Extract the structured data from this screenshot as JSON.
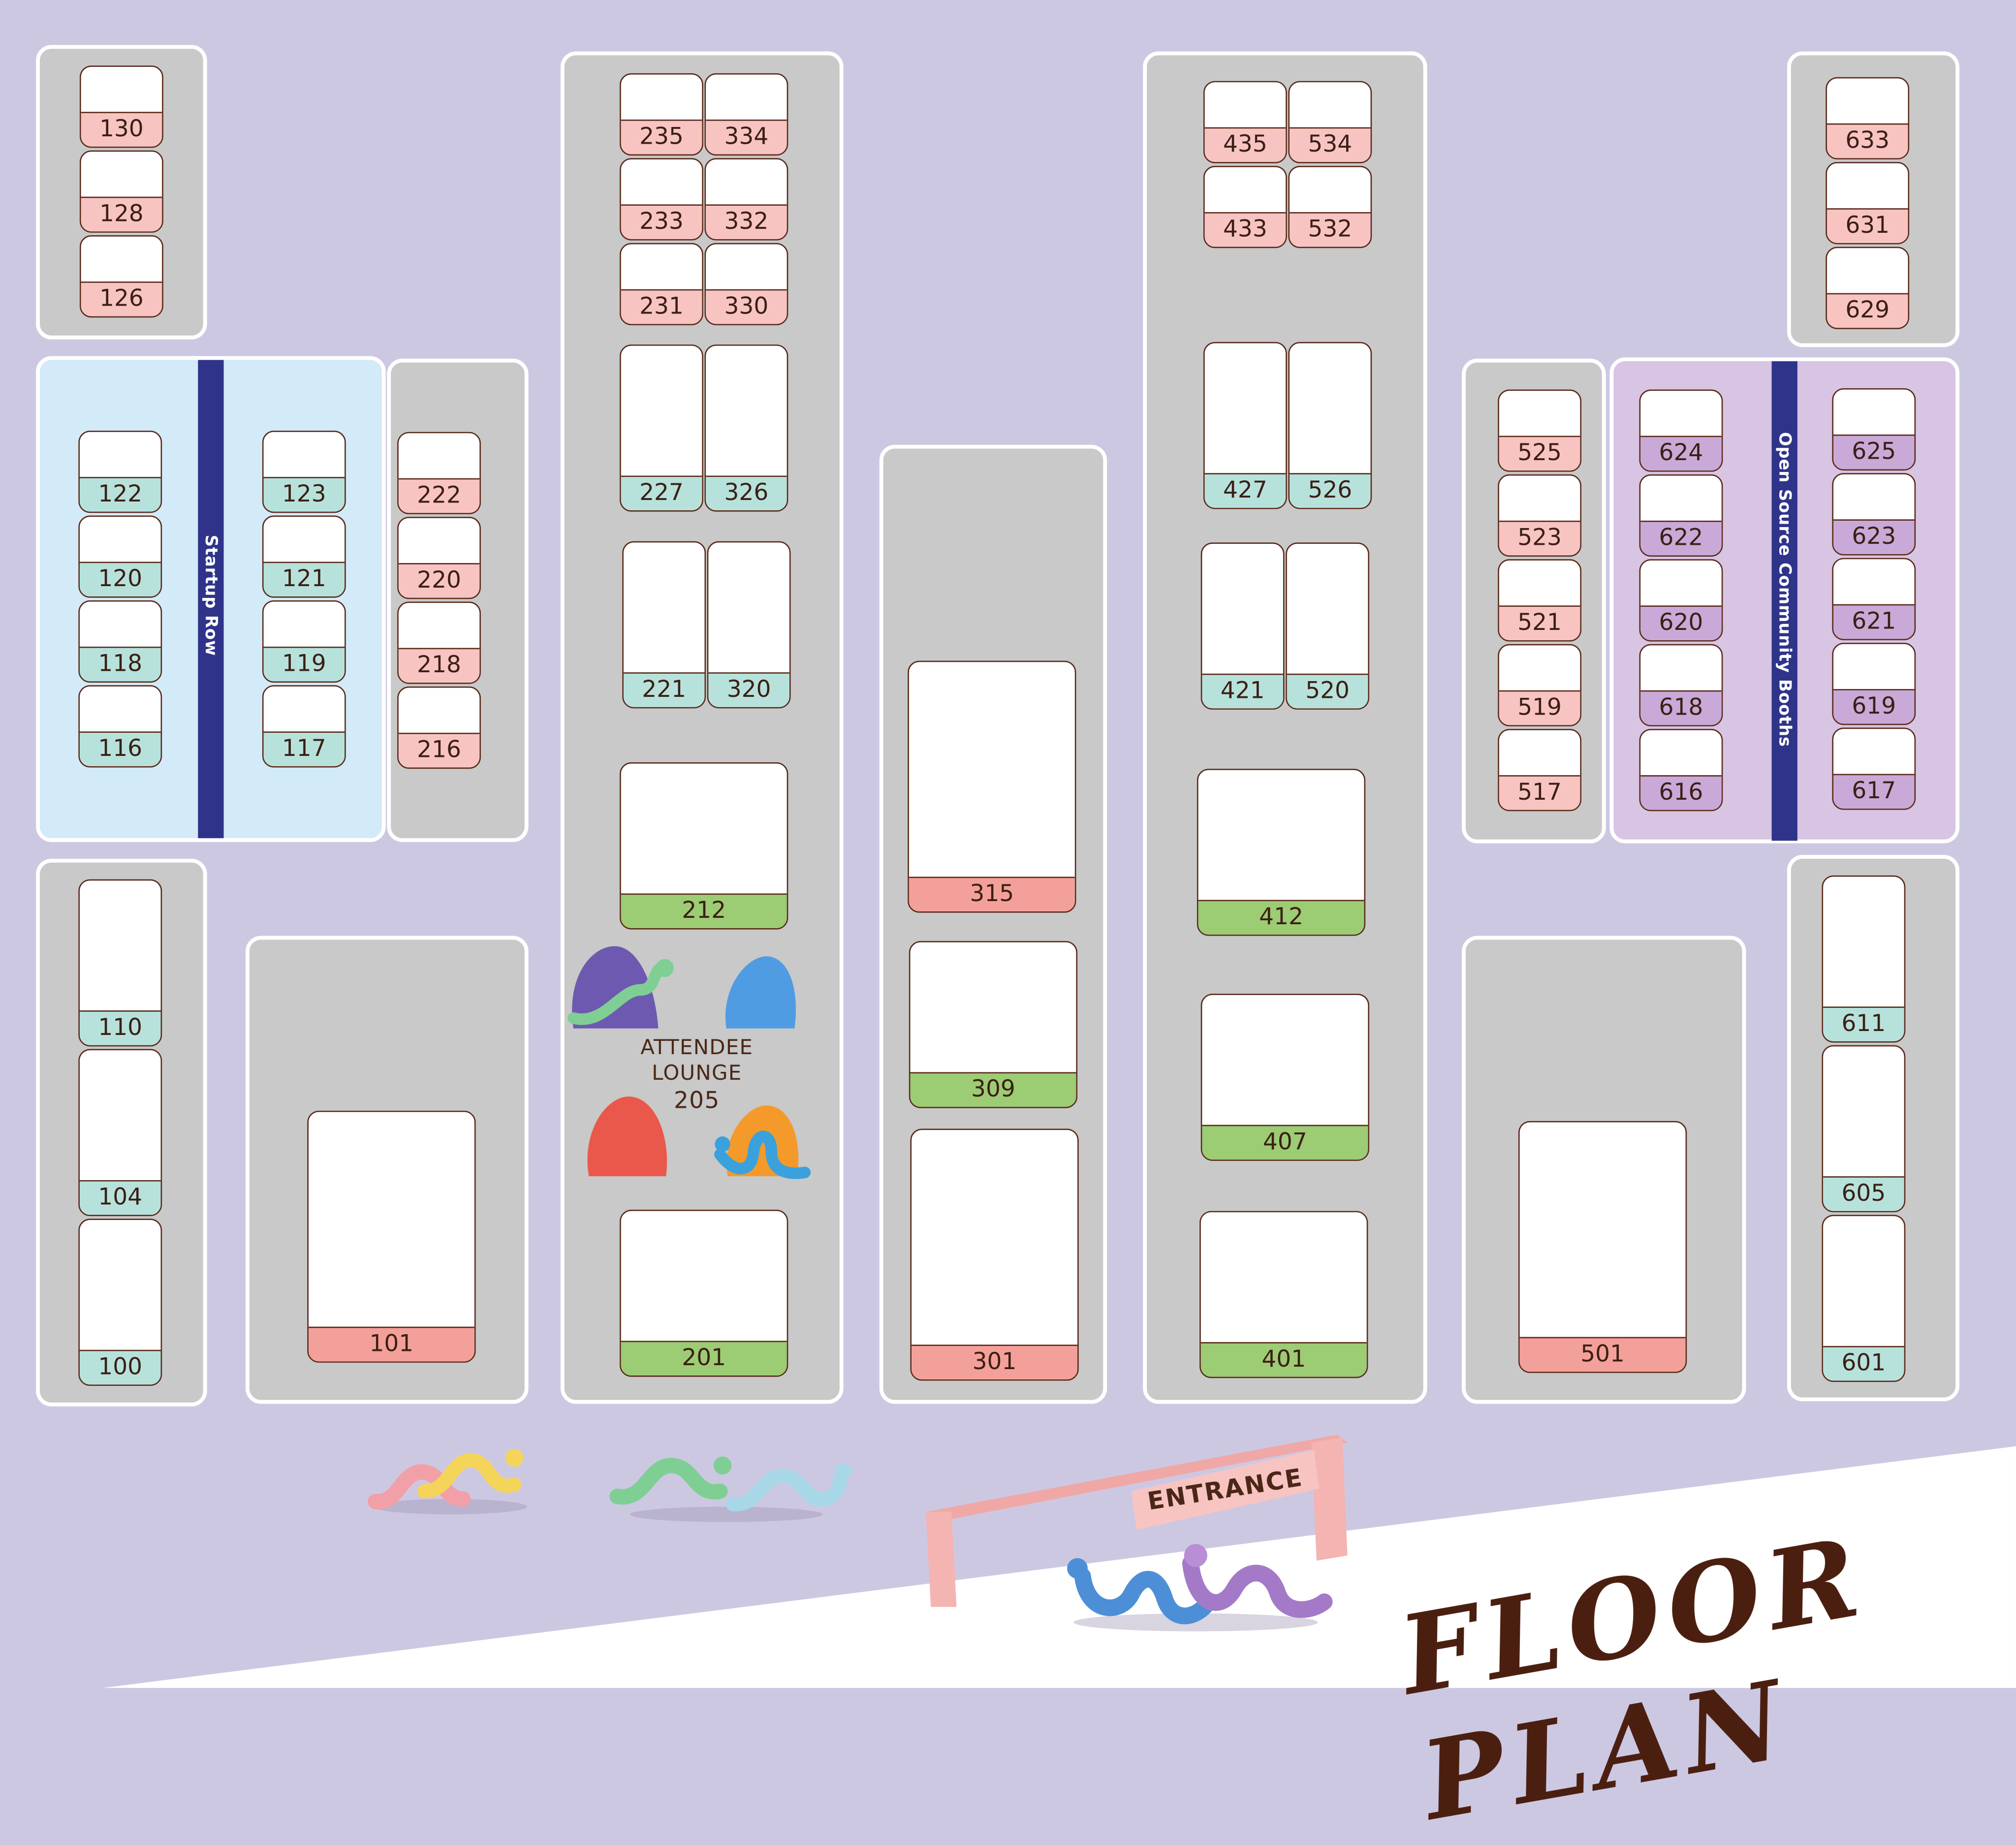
{
  "map_title": "FLOOR PLAN",
  "entrance_label": "ENTRANCE",
  "startup_row_label": "Startup Row",
  "open_source_label": "Open Source Community Booths",
  "lounge": {
    "line1": "ATTENDEE",
    "line2": "LOUNGE",
    "number": "205"
  },
  "booths": [
    "130",
    "128",
    "126",
    "122",
    "120",
    "118",
    "116",
    "123",
    "121",
    "119",
    "117",
    "222",
    "220",
    "218",
    "216",
    "110",
    "104",
    "100",
    "101",
    "235",
    "334",
    "233",
    "332",
    "231",
    "330",
    "227",
    "326",
    "221",
    "320",
    "212",
    "201",
    "315",
    "309",
    "301",
    "435",
    "534",
    "433",
    "532",
    "427",
    "526",
    "421",
    "520",
    "412",
    "407",
    "401",
    "525",
    "523",
    "521",
    "519",
    "517",
    "501",
    "624",
    "622",
    "620",
    "618",
    "616",
    "625",
    "623",
    "621",
    "619",
    "617",
    "633",
    "631",
    "629",
    "611",
    "605",
    "601"
  ],
  "colors": {
    "background": "#cdc8e2",
    "block": "#c8c9c8",
    "startup_row_area": "#d3eaf8",
    "open_source_area": "#d8c4e3",
    "pink": "#f8c4c2",
    "teal": "#b7e2dc",
    "green": "#9ccc74",
    "salmon": "#f4a09a",
    "lavender": "#c9a9d7",
    "label_text": "#3b1f14"
  }
}
